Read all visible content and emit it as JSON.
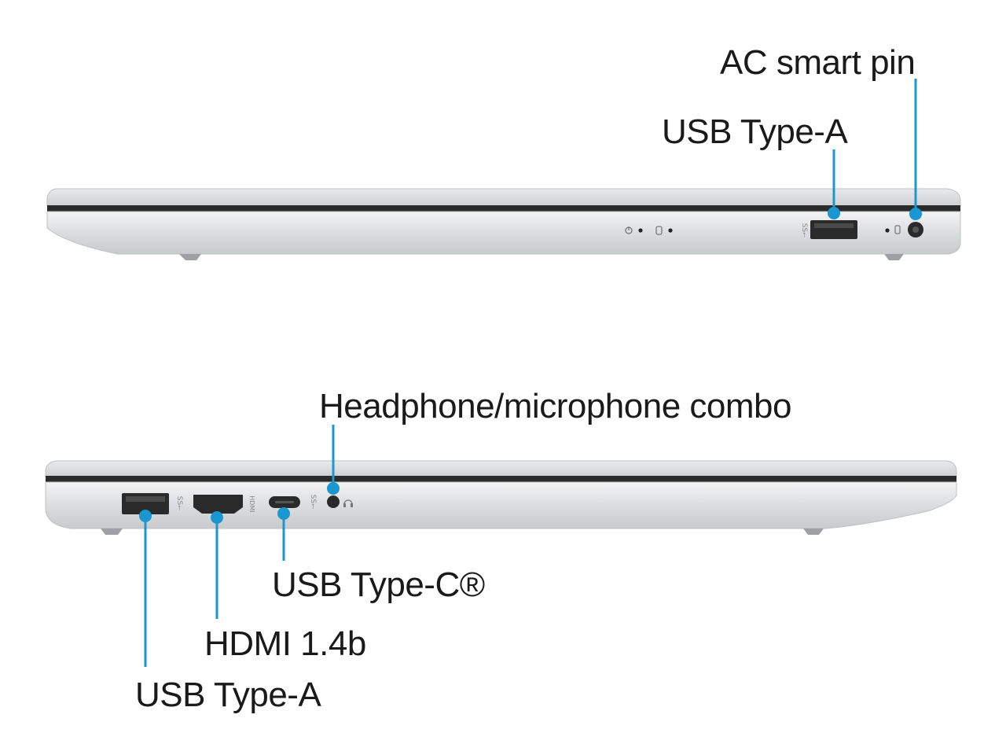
{
  "colors": {
    "accent": "#1a96d1",
    "chassis": "#d9dadc",
    "chassis_light": "#eeeff0",
    "seam": "#2b2b2b",
    "text": "#1a1a1a"
  },
  "right_side": {
    "callouts": {
      "ac_smart_pin": "AC smart pin",
      "usb_type_a": "USB Type-A"
    },
    "port_glyphs": {
      "usb_mark": "SS⭠",
      "power_icon": "power-led-icon",
      "drive_icon": "drive-led-icon",
      "charge_icon": "charge-led-icon"
    }
  },
  "left_side": {
    "callouts": {
      "headphone_mic": "Headphone/microphone combo",
      "usb_type_c": "USB Type-C®",
      "hdmi": "HDMI 1.4b",
      "usb_type_a": "USB Type-A"
    },
    "port_glyphs": {
      "hdmi_mark": "HDMI",
      "usb_mark": "SS⭠",
      "headset_icon": "headset-icon"
    }
  }
}
